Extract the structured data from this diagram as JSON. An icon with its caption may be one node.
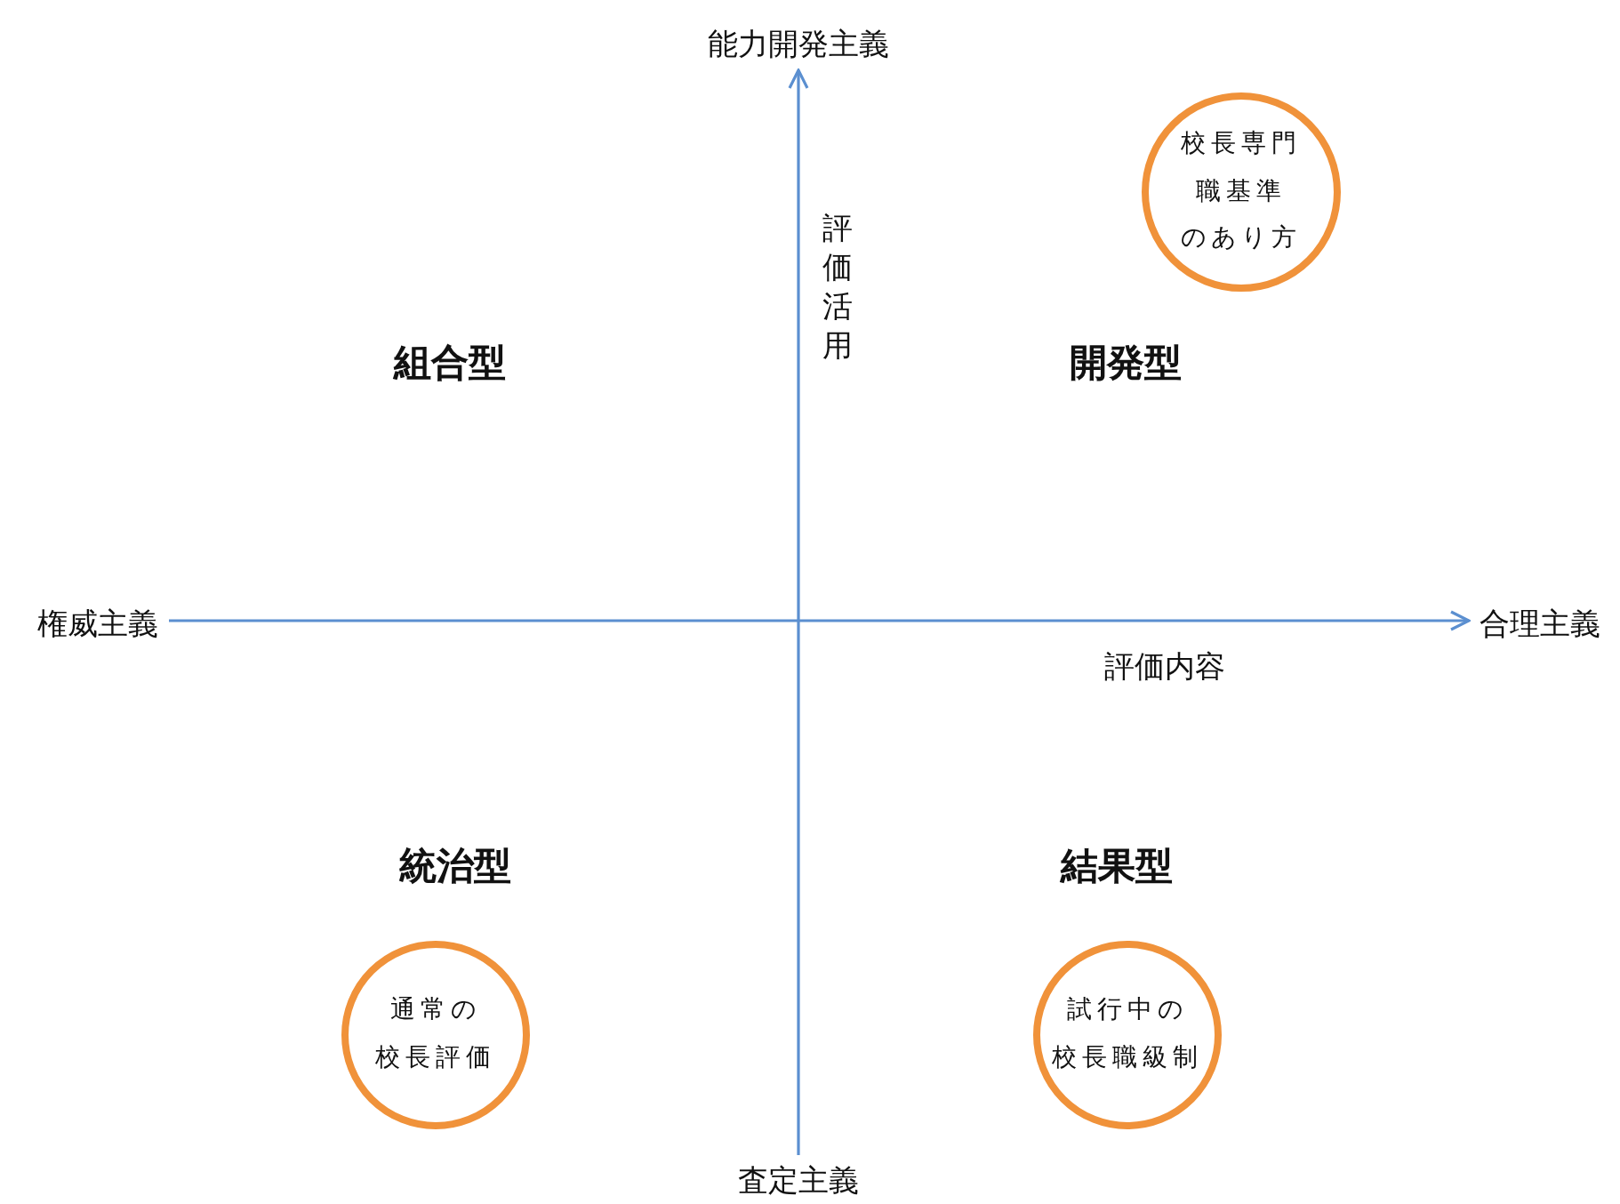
{
  "diagram": {
    "nodes": [
      {
        "text": [
          "能力開発主義"
        ]
      },
      {
        "text": [
          "校長専門職基準のあり方"
        ]
      },
      {
        "text": [
          "権威主義"
        ]
      },
      {
        "text": [
          "合理主義"
        ]
      },
      {
        "text": [
          "通常の校長評価"
        ]
      },
      {
        "text": [
          "試行中の校長職級制"
        ]
      },
      {
        "text": [
          "査定主義"
        ]
      }
    ],
    "edges": [
      {
        "from": 6,
        "to": 0,
        "arrow": "to",
        "label": "評価活用"
      },
      {
        "from": 2,
        "to": 3,
        "arrow": "to",
        "label": "評価内容"
      }
    ],
    "labels": [
      "組合型",
      "開発型",
      "統治型",
      "結果型"
    ]
  }
}
